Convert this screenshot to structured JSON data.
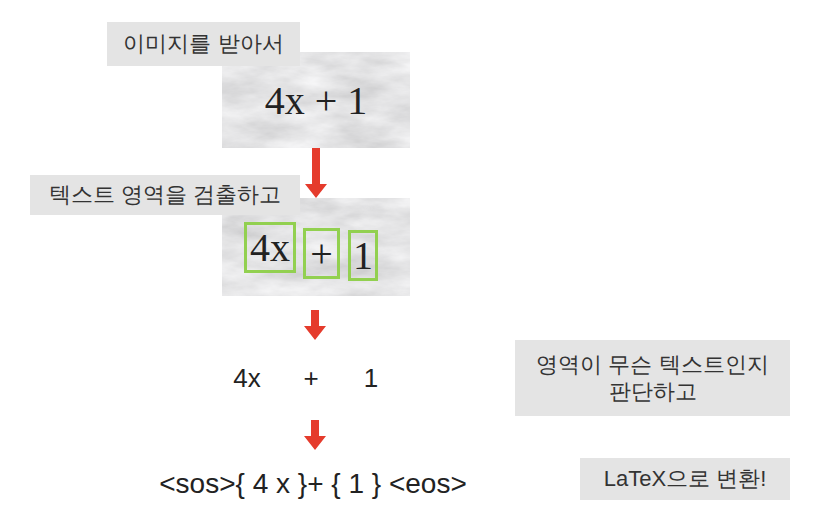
{
  "diagram": {
    "nodes": [
      {
        "text": [
          "이미지를 받아서"
        ]
      },
      {
        "text": [
          "4x + 1"
        ]
      },
      {
        "text": [
          "텍스트 영역을 검출하고"
        ]
      },
      {
        "text": []
      },
      {
        "text": [
          "4x"
        ],
        "in": 3
      },
      {
        "text": [
          "+"
        ],
        "in": 3
      },
      {
        "text": [
          "1"
        ],
        "in": 3
      },
      {
        "text": [
          "영역이 무슨 텍스트인지 판단하고"
        ]
      },
      {
        "text": [
          "LaTeX으로 변환!"
        ]
      }
    ],
    "edges": [
      {
        "from": 1,
        "to": 3,
        "arrow": "to"
      }
    ],
    "labels": [
      "4x",
      "+",
      "1",
      "<sos>{ 4 x }+ { 1 } <eos>"
    ]
  }
}
